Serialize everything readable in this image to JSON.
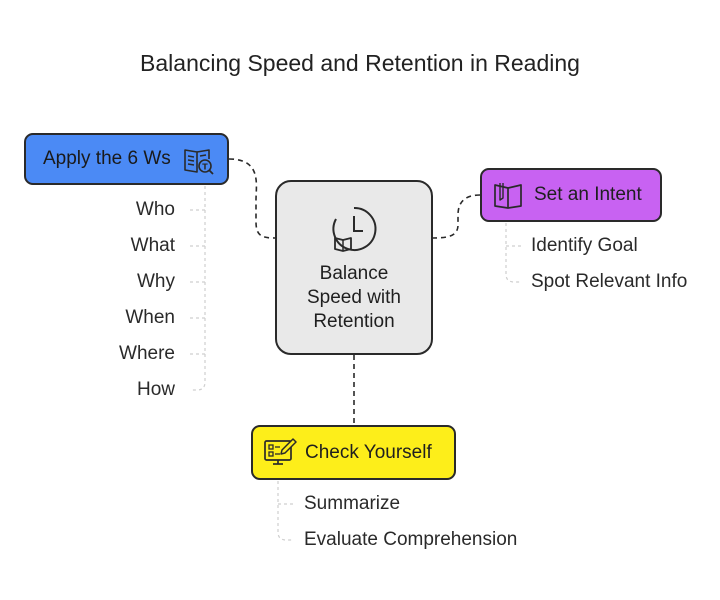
{
  "title": "Balancing Speed and Retention in Reading",
  "center": {
    "lines": [
      "Balance",
      "Speed with",
      "Retention"
    ]
  },
  "nodes": {
    "apply": {
      "label": "Apply the 6 Ws",
      "color": "#4b8af5",
      "icon": "book-search-icon",
      "items": [
        "Who",
        "What",
        "Why",
        "When",
        "Where",
        "How"
      ]
    },
    "intent": {
      "label": "Set an Intent",
      "color": "#c862f2",
      "icon": "open-book-icon",
      "items": [
        "Identify Goal",
        "Spot Relevant Info"
      ]
    },
    "check": {
      "label": "Check Yourself",
      "color": "#fdee1a",
      "icon": "checklist-edit-icon",
      "items": [
        "Summarize",
        "Evaluate Comprehension"
      ]
    }
  }
}
